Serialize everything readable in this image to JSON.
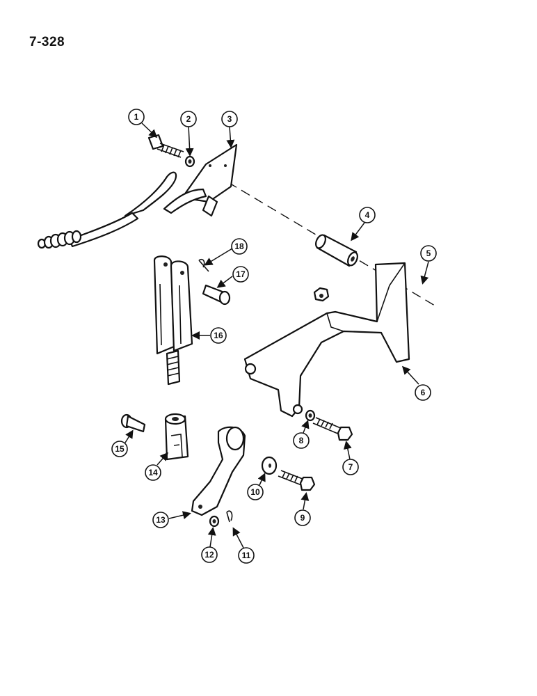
{
  "page": {
    "reference": "7-328"
  },
  "callouts": [
    "1",
    "2",
    "3",
    "4",
    "5",
    "6",
    "7",
    "8",
    "9",
    "10",
    "11",
    "12",
    "13",
    "14",
    "15",
    "16",
    "17",
    "18"
  ]
}
